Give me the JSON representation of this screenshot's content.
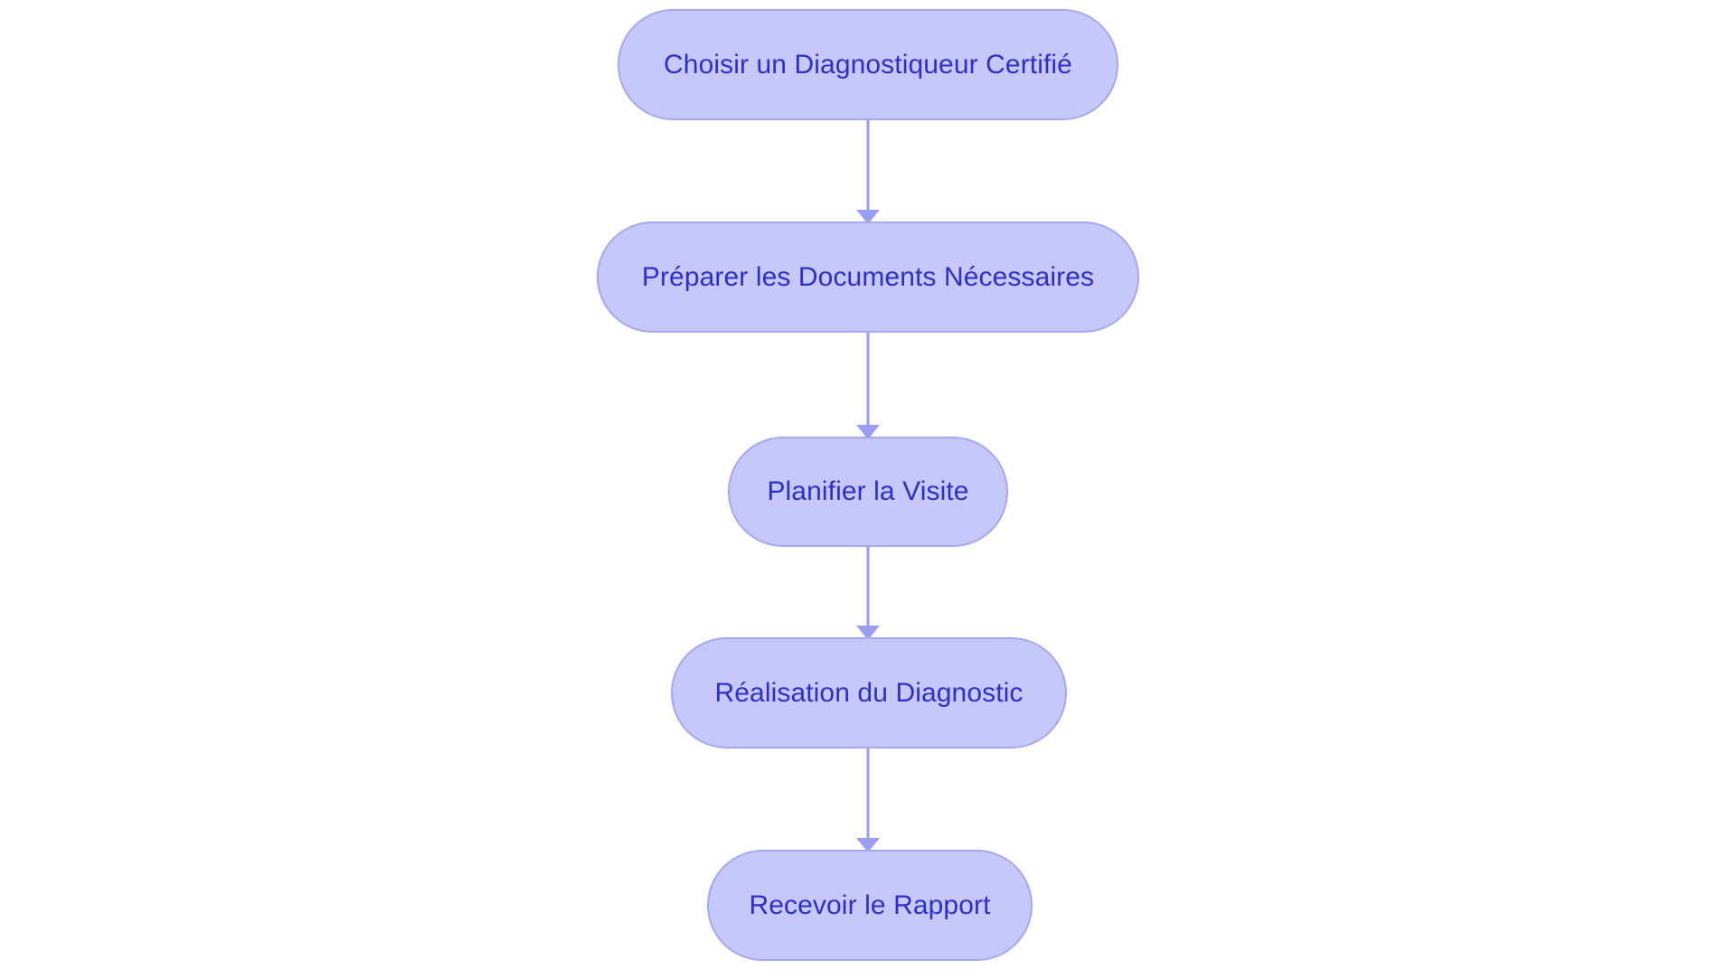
{
  "diagram": {
    "type": "flowchart",
    "orientation": "top-to-bottom",
    "title": "",
    "background_color": "#ffffff",
    "node_fill_color": "#c5c8f9",
    "node_border_color": "#a4a8f0",
    "node_text_color": "#2e2ecc",
    "edge_color": "#9a9ef2",
    "node_shape": "rounded-pill",
    "nodes": [
      {
        "id": "node-0",
        "label": "Choisir un Diagnostiqueur Certifié",
        "order": 1
      },
      {
        "id": "node-1",
        "label": "Préparer les Documents Nécessaires",
        "order": 2
      },
      {
        "id": "node-2",
        "label": "Planifier la Visite",
        "order": 3
      },
      {
        "id": "node-3",
        "label": "Réalisation du Diagnostic",
        "order": 4
      },
      {
        "id": "node-4",
        "label": "Recevoir le Rapport",
        "order": 5
      }
    ],
    "edges": [
      {
        "id": "edge-0",
        "from": "node-0",
        "to": "node-1",
        "label": "",
        "arrow": "down"
      },
      {
        "id": "edge-1",
        "from": "node-1",
        "to": "node-2",
        "label": "",
        "arrow": "down"
      },
      {
        "id": "edge-2",
        "from": "node-2",
        "to": "node-3",
        "label": "",
        "arrow": "down"
      },
      {
        "id": "edge-3",
        "from": "node-3",
        "to": "node-4",
        "label": "",
        "arrow": "down"
      }
    ]
  }
}
